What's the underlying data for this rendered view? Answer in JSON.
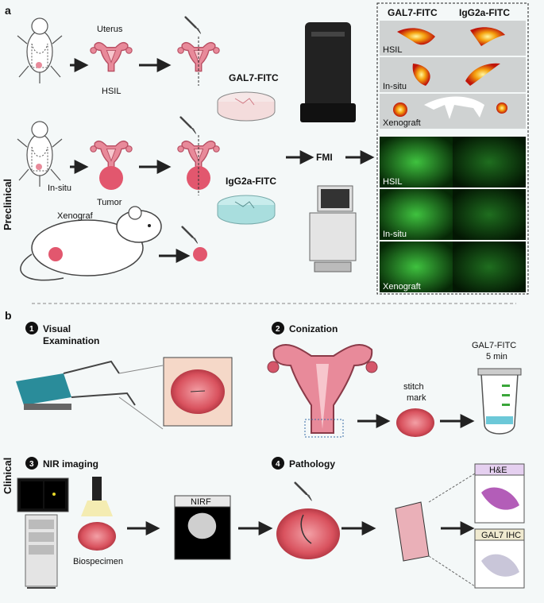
{
  "panel_a": {
    "letter": "a",
    "side_label": "Preclinical",
    "labels": {
      "uterus": "Uterus",
      "hsil": "HSIL",
      "in_situ": "In-situ",
      "tumor": "Tumor",
      "xenograft": "Xenograf",
      "gal7": "GAL7-FITC",
      "igg": "IgG2a-FITC",
      "fmi": "FMI"
    },
    "imaging": {
      "col1": "GAL7-FITC",
      "col2": "IgG2a-FITC",
      "fluor_rows": [
        "HSIL",
        "In-situ",
        "Xenograft"
      ],
      "micro_rows": [
        "HSIL",
        "In-situ",
        "Xenograft"
      ]
    }
  },
  "panel_b": {
    "letter": "b",
    "side_label": "Clinical",
    "steps": [
      {
        "num": "1",
        "title_line1": "Visual",
        "title_line2": "Examination"
      },
      {
        "num": "2",
        "title_line1": "Conization",
        "title_line2": ""
      },
      {
        "num": "3",
        "title_line1": "NIR imaging",
        "title_line2": ""
      },
      {
        "num": "4",
        "title_line1": "Pathology",
        "title_line2": ""
      }
    ],
    "labels": {
      "stitch_line1": "stitch",
      "stitch_line2": "mark",
      "tube_line1": "GAL7-FITC",
      "tube_line2": "5 min",
      "nirf": "NIRF",
      "biospecimen": "Biospecimen",
      "he": "H&E",
      "ihc": "GAL7 IHC"
    }
  },
  "colors": {
    "uterus": "#e88a9a",
    "uterus_stroke": "#b84f63",
    "tumor": "#e2576e",
    "green_micro": "#1f8a20",
    "heat": "#f08a10"
  }
}
